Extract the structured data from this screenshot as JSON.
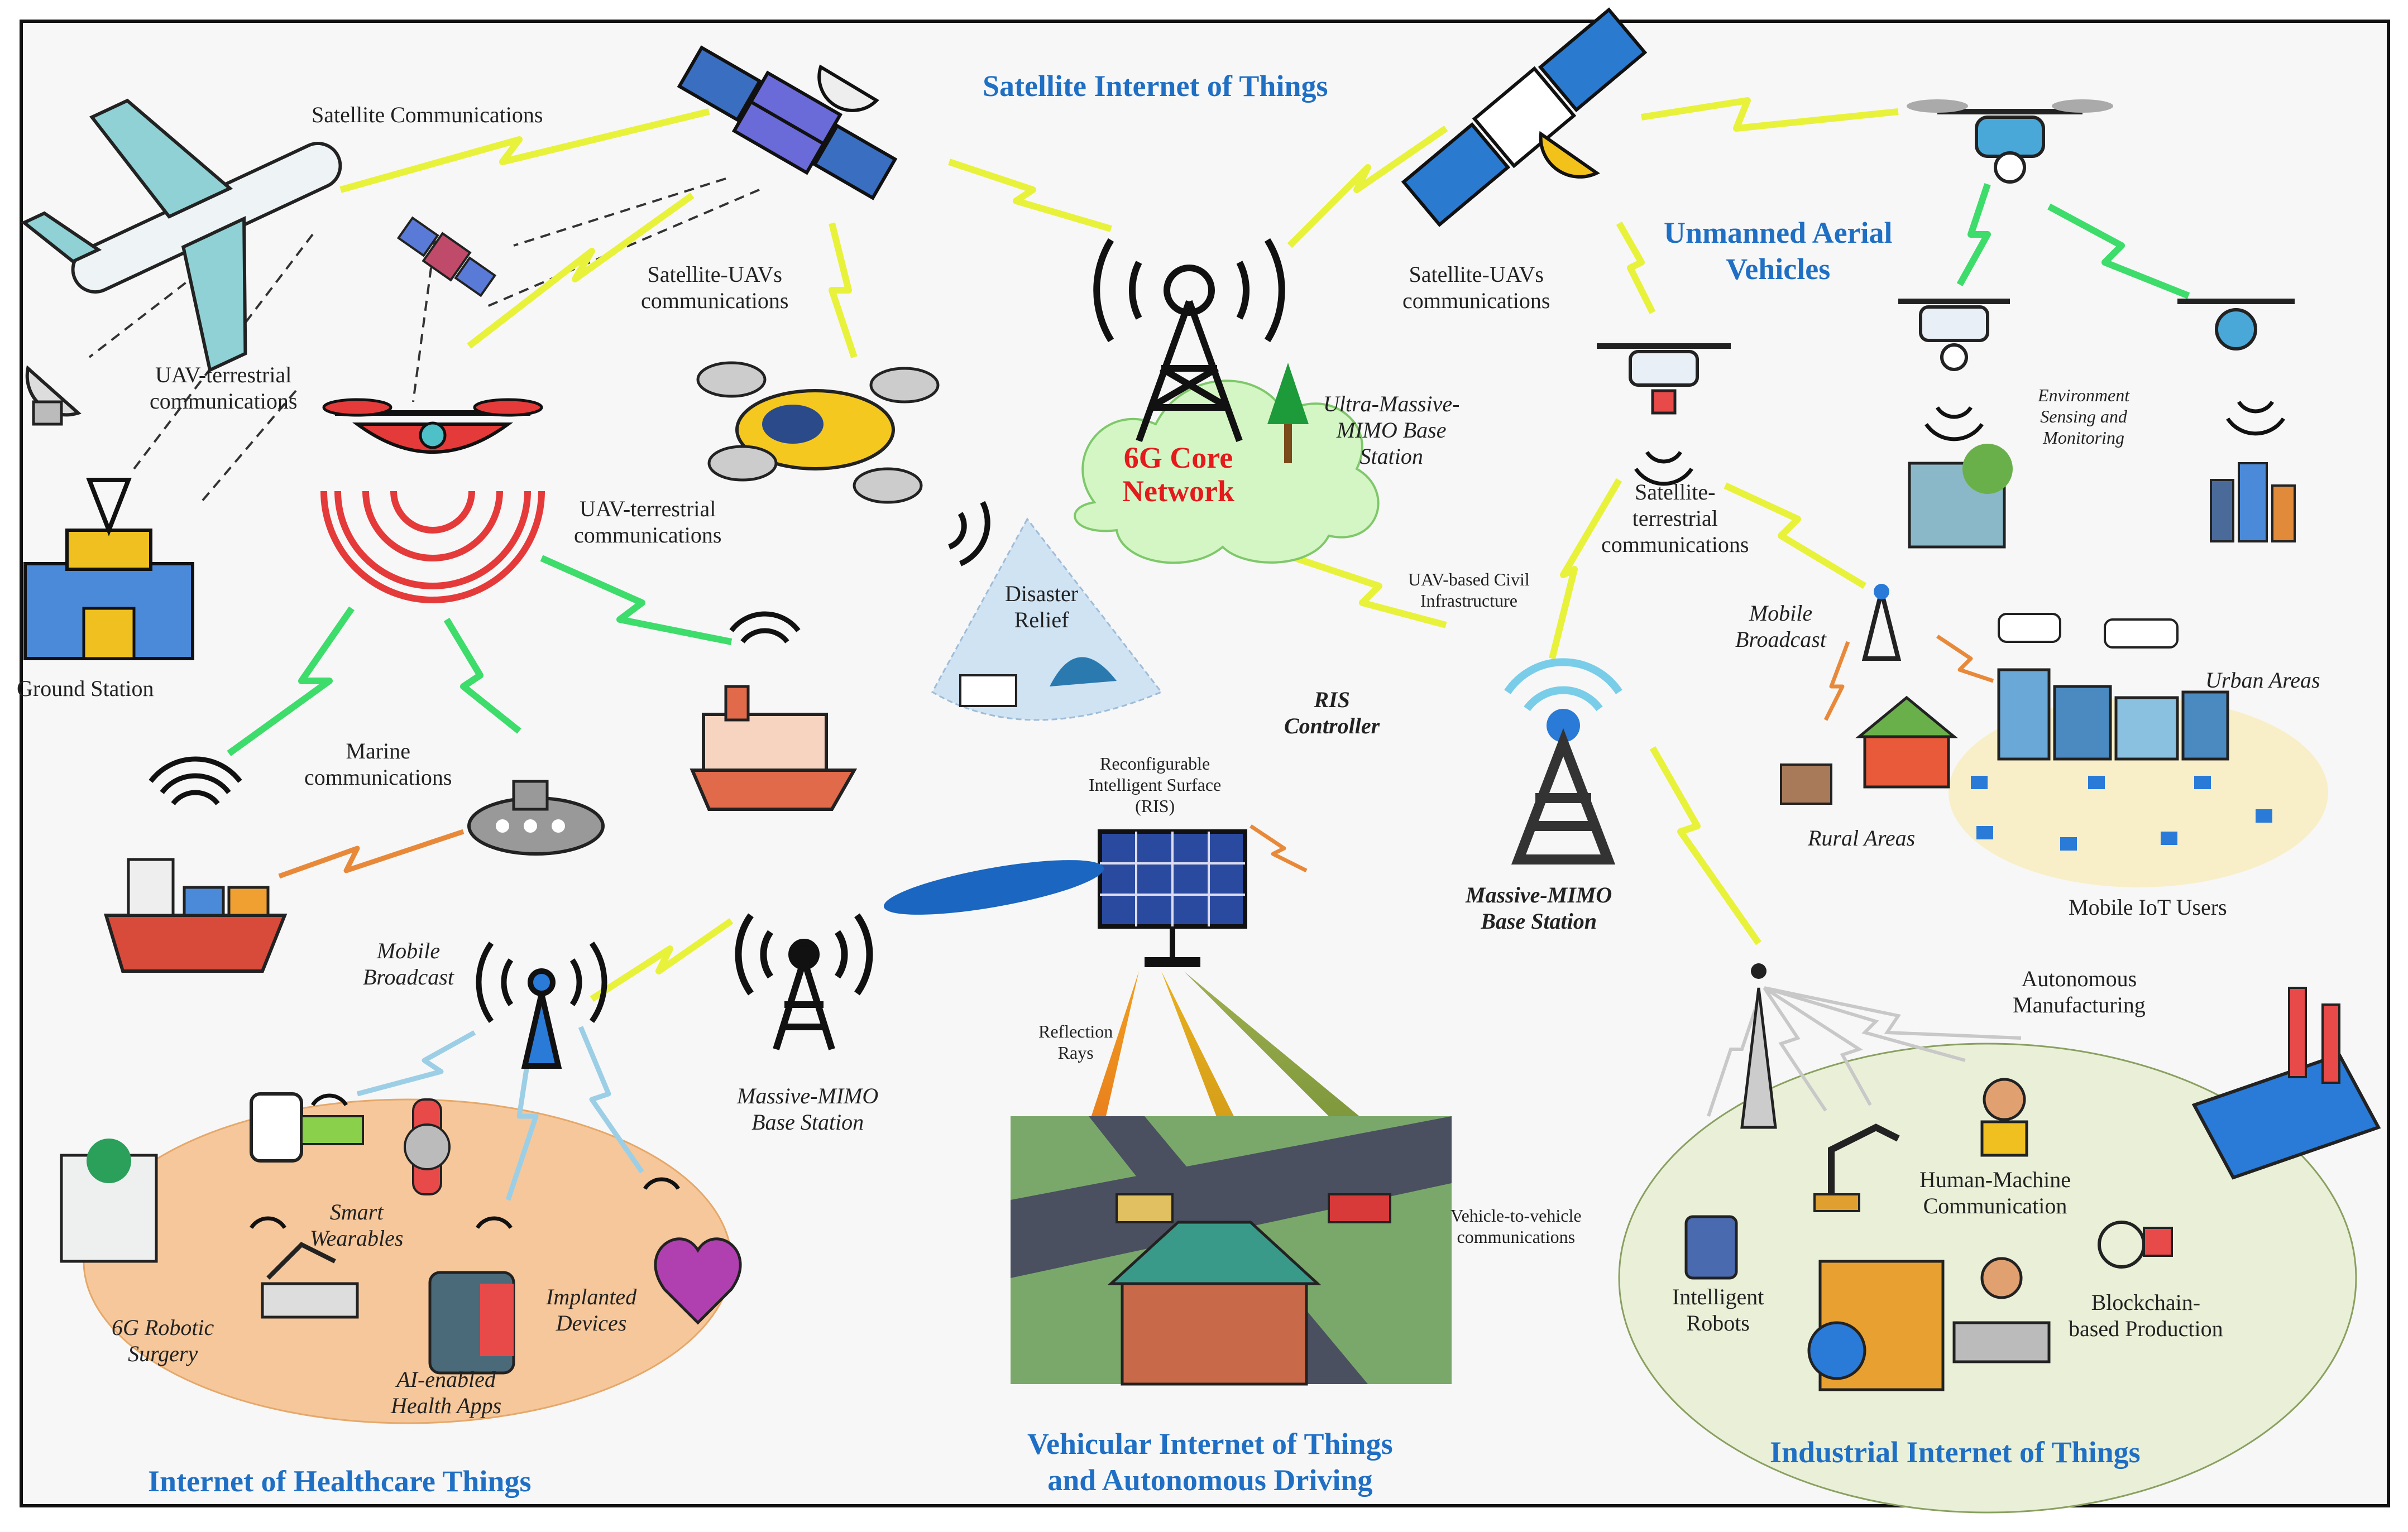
{
  "sections": {
    "satellite_iot": "Satellite Internet of Things",
    "uav": [
      "Unmanned Aerial",
      "Vehicles"
    ],
    "healthcare": "Internet of Healthcare Things",
    "vehicular": [
      "Vehicular Internet of Things",
      "and Autonomous Driving"
    ],
    "industrial": "Industrial Internet of Things"
  },
  "core": [
    "6G Core",
    "Network"
  ],
  "links": {
    "satellite_comms": "Satellite Communications",
    "uav_terrestrial_top": [
      "UAV-terrestrial",
      "communications"
    ],
    "satellite_uavs_left": [
      "Satellite-UAVs",
      "communications"
    ],
    "satellite_uavs_right": [
      "Satellite-UAVs",
      "communications"
    ],
    "uav_terrestrial_mid": [
      "UAV-terrestrial",
      "communications"
    ],
    "marine": [
      "Marine",
      "communications"
    ],
    "satellite_terrestrial": [
      "Satellite-",
      "terrestrial",
      "communications"
    ],
    "uav_civil": [
      "UAV-based Civil",
      "Infrastructure"
    ],
    "reflection": [
      "Reflection",
      "Rays"
    ],
    "v2v": [
      "Vehicle-to-vehicle",
      "communications"
    ]
  },
  "nodes": {
    "ground_station": "Ground Station",
    "disaster_relief": [
      "Disaster",
      "Relief"
    ],
    "ultra_mimo": [
      "Ultra-Massive-",
      "MIMO Base",
      "Station"
    ],
    "env_sensing": [
      "Environment",
      "Sensing and",
      "Monitoring"
    ],
    "mobile_broadcast_right": [
      "Mobile",
      "Broadcast"
    ],
    "urban_areas": "Urban Areas",
    "rural_areas": "Rural Areas",
    "mobile_iot_users": "Mobile IoT Users",
    "massive_mimo_right": [
      "Massive-MIMO",
      "Base Station"
    ],
    "ris": [
      "Reconfigurable",
      "Intelligent Surface",
      "(RIS)"
    ],
    "ris_controller": [
      "RIS",
      "Controller"
    ],
    "mobile_broadcast_left": [
      "Mobile",
      "Broadcast"
    ],
    "massive_mimo_left": [
      "Massive-MIMO",
      "Base Station"
    ],
    "smart_wearables": [
      "Smart",
      "Wearables"
    ],
    "robotic_surgery": [
      "6G Robotic",
      "Surgery"
    ],
    "health_apps": [
      "AI-enabled",
      "Health Apps"
    ],
    "implanted": [
      "Implanted",
      "Devices"
    ],
    "autonomous_mfg": [
      "Autonomous",
      "Manufacturing"
    ],
    "hmc": [
      "Human-Machine",
      "Communication"
    ],
    "robots": [
      "Intelligent",
      "Robots"
    ],
    "blockchain": [
      "Blockchain-",
      "based Production"
    ]
  },
  "colors": {
    "section_blue": "#1f6fc4",
    "core_red": "#e41a1c",
    "bolt_yellow": "#e8f23a",
    "bolt_green": "#3ddc6b",
    "bolt_orange": "#e8893a",
    "bolt_blue": "#9ccfe6",
    "health_ellipse": "#f6c79a",
    "industrial_ellipse": "#eaf0d8",
    "urban_ellipse": "#f8efc8",
    "core_cloud": "#d4f5c4",
    "disaster_cone": "#cfe3f3"
  }
}
